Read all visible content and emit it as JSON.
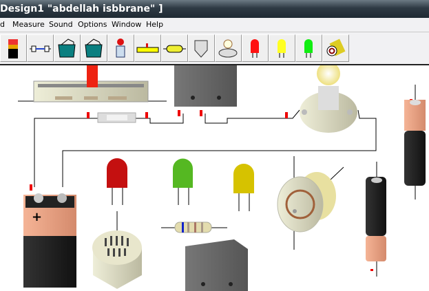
{
  "window": {
    "title": "Design1 \"abdellah isbbrane\" ]"
  },
  "menu": [
    {
      "label": "d"
    },
    {
      "label": "Measure"
    },
    {
      "label": "Sound"
    },
    {
      "label": "Options"
    },
    {
      "label": "Window"
    },
    {
      "label": "Help"
    }
  ],
  "toolbar": [
    {
      "icon": "battery-9v-icon"
    },
    {
      "icon": "fuse-icon"
    },
    {
      "icon": "rocker-switch-icon"
    },
    {
      "icon": "rocker-switch-on-icon"
    },
    {
      "icon": "push-button-icon"
    },
    {
      "icon": "slide-potentiometer-icon"
    },
    {
      "icon": "resistor-icon"
    },
    {
      "icon": "buzzer-icon"
    },
    {
      "icon": "lamp-icon"
    },
    {
      "icon": "red-led-icon"
    },
    {
      "icon": "yellow-led-icon"
    },
    {
      "icon": "green-led-icon"
    },
    {
      "icon": "motor-icon"
    }
  ],
  "colors": {
    "led_red": "#dd1111",
    "led_green": "#55bb22",
    "led_yellow": "#d8c400",
    "marker": "#ee0000",
    "battery_pink": "#eea07e",
    "battery_black": "#1a1a1a"
  }
}
